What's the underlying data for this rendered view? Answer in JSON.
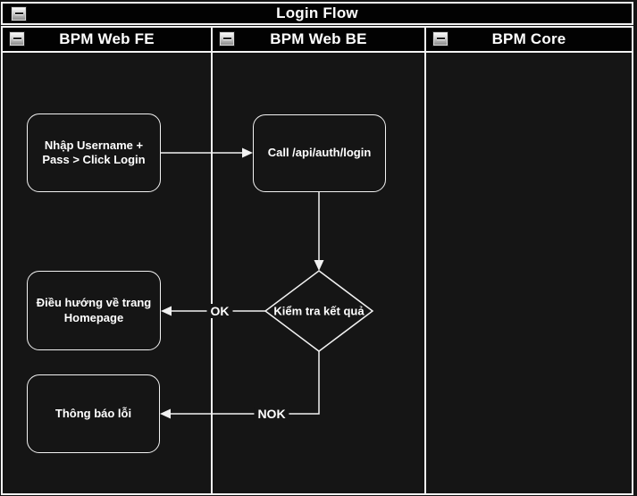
{
  "colors": {
    "canvas": "#151515",
    "header_fill": "#020202",
    "stroke": "#f2f2f2",
    "text": "#ffffff"
  },
  "pool": {
    "title": "Login Flow"
  },
  "lanes": [
    {
      "label": "BPM Web FE"
    },
    {
      "label": "BPM Web BE"
    },
    {
      "label": "BPM Core"
    }
  ],
  "nodes": {
    "input_credentials": {
      "lines": [
        "Nhập Username +",
        "Pass > Click Login"
      ]
    },
    "call_login_api": {
      "lines": [
        "Call /api/auth/login"
      ]
    },
    "check_result": {
      "label": "Kiểm tra kết quả"
    },
    "redirect_homepage": {
      "lines": [
        "Điều hướng về trang",
        "Homepage"
      ]
    },
    "show_error": {
      "lines": [
        "Thông báo lỗi"
      ]
    }
  },
  "edge_labels": {
    "ok": "OK",
    "nok": "NOK"
  },
  "icons": {
    "collapse": "minus-icon"
  }
}
